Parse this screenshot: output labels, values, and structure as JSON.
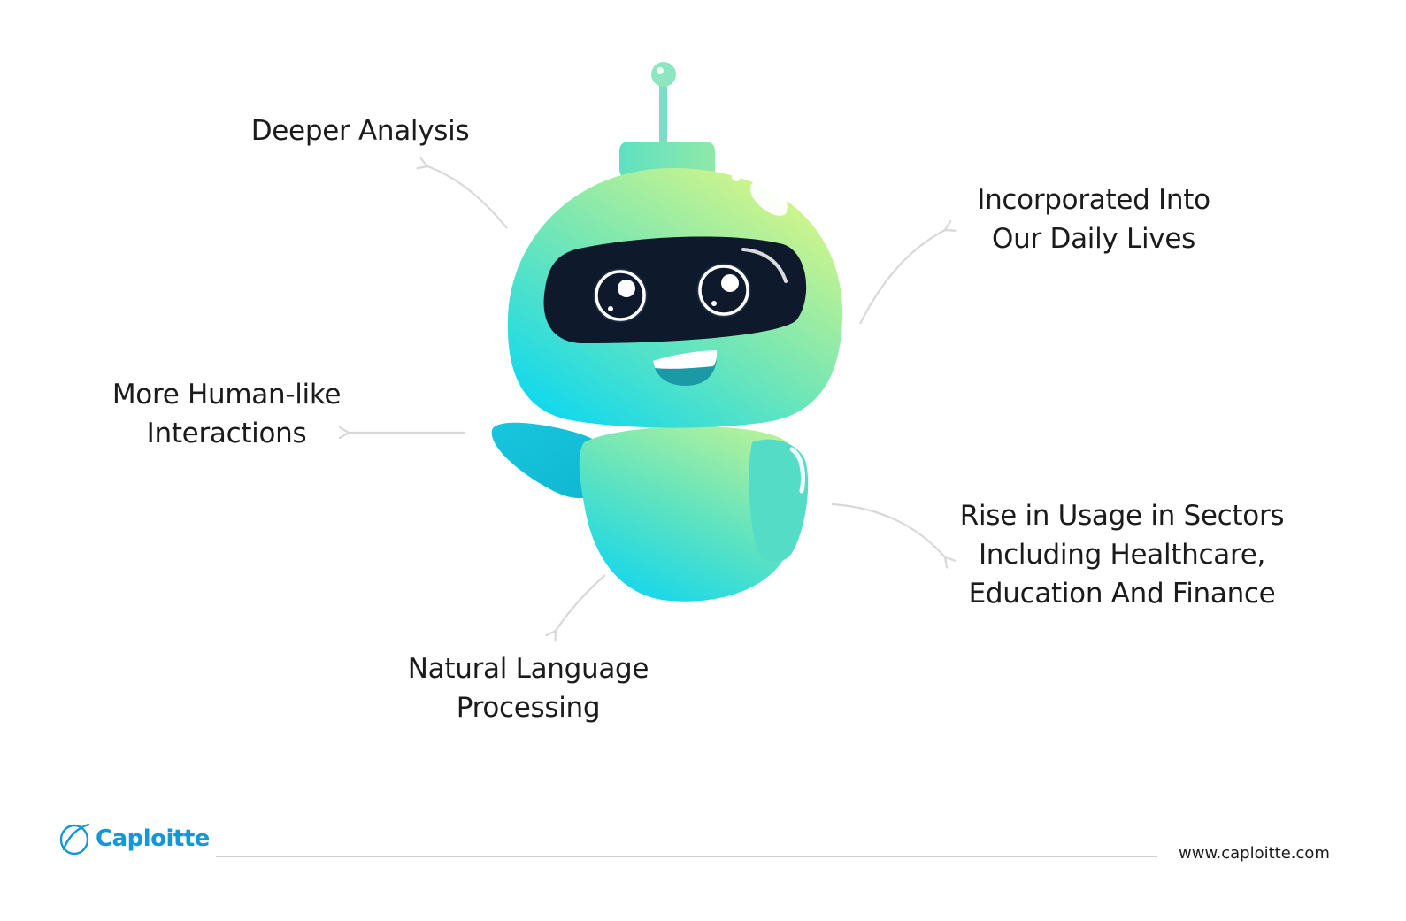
{
  "labels": {
    "deeper_analysis": [
      "Deeper Analysis"
    ],
    "incorporated": [
      "Incorporated Into",
      "Our Daily Lives"
    ],
    "human_like": [
      "More Human-like",
      "Interactions"
    ],
    "rise_in_usage": [
      "Rise in Usage in Sectors",
      "Including Healthcare,",
      "Education And Finance"
    ],
    "nlp": [
      "Natural Language",
      "Processing"
    ]
  },
  "footer": {
    "brand": "Caploitte",
    "url": "www.caploitte.com"
  },
  "colors": {
    "text": "#1b1b1b",
    "brand": "#1596d6",
    "arrow": "#d8d8d8",
    "robot_top": "#c9f58e",
    "robot_bottom": "#13d8ee",
    "visor": "#0e1a2b"
  },
  "icons": {
    "robot": "robot-mascot",
    "logo": "caploitte-logo-icon"
  }
}
